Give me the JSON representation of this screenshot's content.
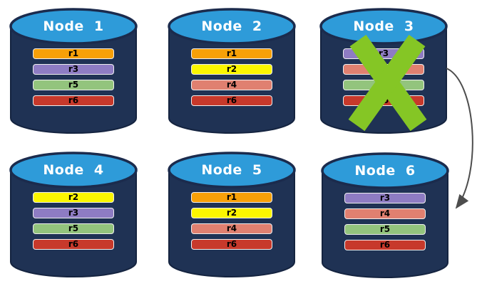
{
  "diagram": {
    "title": "",
    "colors": {
      "background": "#FFFFFF",
      "cylinder_body": "#1F3254",
      "cylinder_border": "#152440",
      "cylinder_top": "#2E9BD9",
      "cylinder_top_border": "#1B2B4D",
      "title_text": "#FFFFFF",
      "bar_text": "#000000",
      "bar_border": "#EFEFEF",
      "x_mark": "#85C625",
      "arrow": "#4D4D4D",
      "replica_colors": {
        "r1": "#F7A008",
        "r2": "#FBF600",
        "r3": "#8E7CC3",
        "r4": "#E08070",
        "r5": "#93C47D",
        "r6": "#C7392B"
      }
    },
    "nodes": [
      {
        "label": "Node 1",
        "failed": false,
        "replicas": [
          "r1",
          "r3",
          "r5",
          "r6"
        ]
      },
      {
        "label": "Node 2",
        "failed": false,
        "replicas": [
          "r1",
          "r2",
          "r4",
          "r6"
        ]
      },
      {
        "label": "Node 3",
        "failed": true,
        "replicas": [
          "r3",
          "r4",
          "r5",
          "r6"
        ]
      },
      {
        "label": "Node 4",
        "failed": false,
        "replicas": [
          "r2",
          "r3",
          "r5",
          "r6"
        ]
      },
      {
        "label": "Node 5",
        "failed": false,
        "replicas": [
          "r1",
          "r2",
          "r4",
          "r6"
        ]
      },
      {
        "label": "Node 6",
        "failed": false,
        "replicas": [
          "r3",
          "r4",
          "r5",
          "r6"
        ]
      }
    ],
    "arrow": {
      "from": "Node 3",
      "to": "Node 6"
    }
  }
}
